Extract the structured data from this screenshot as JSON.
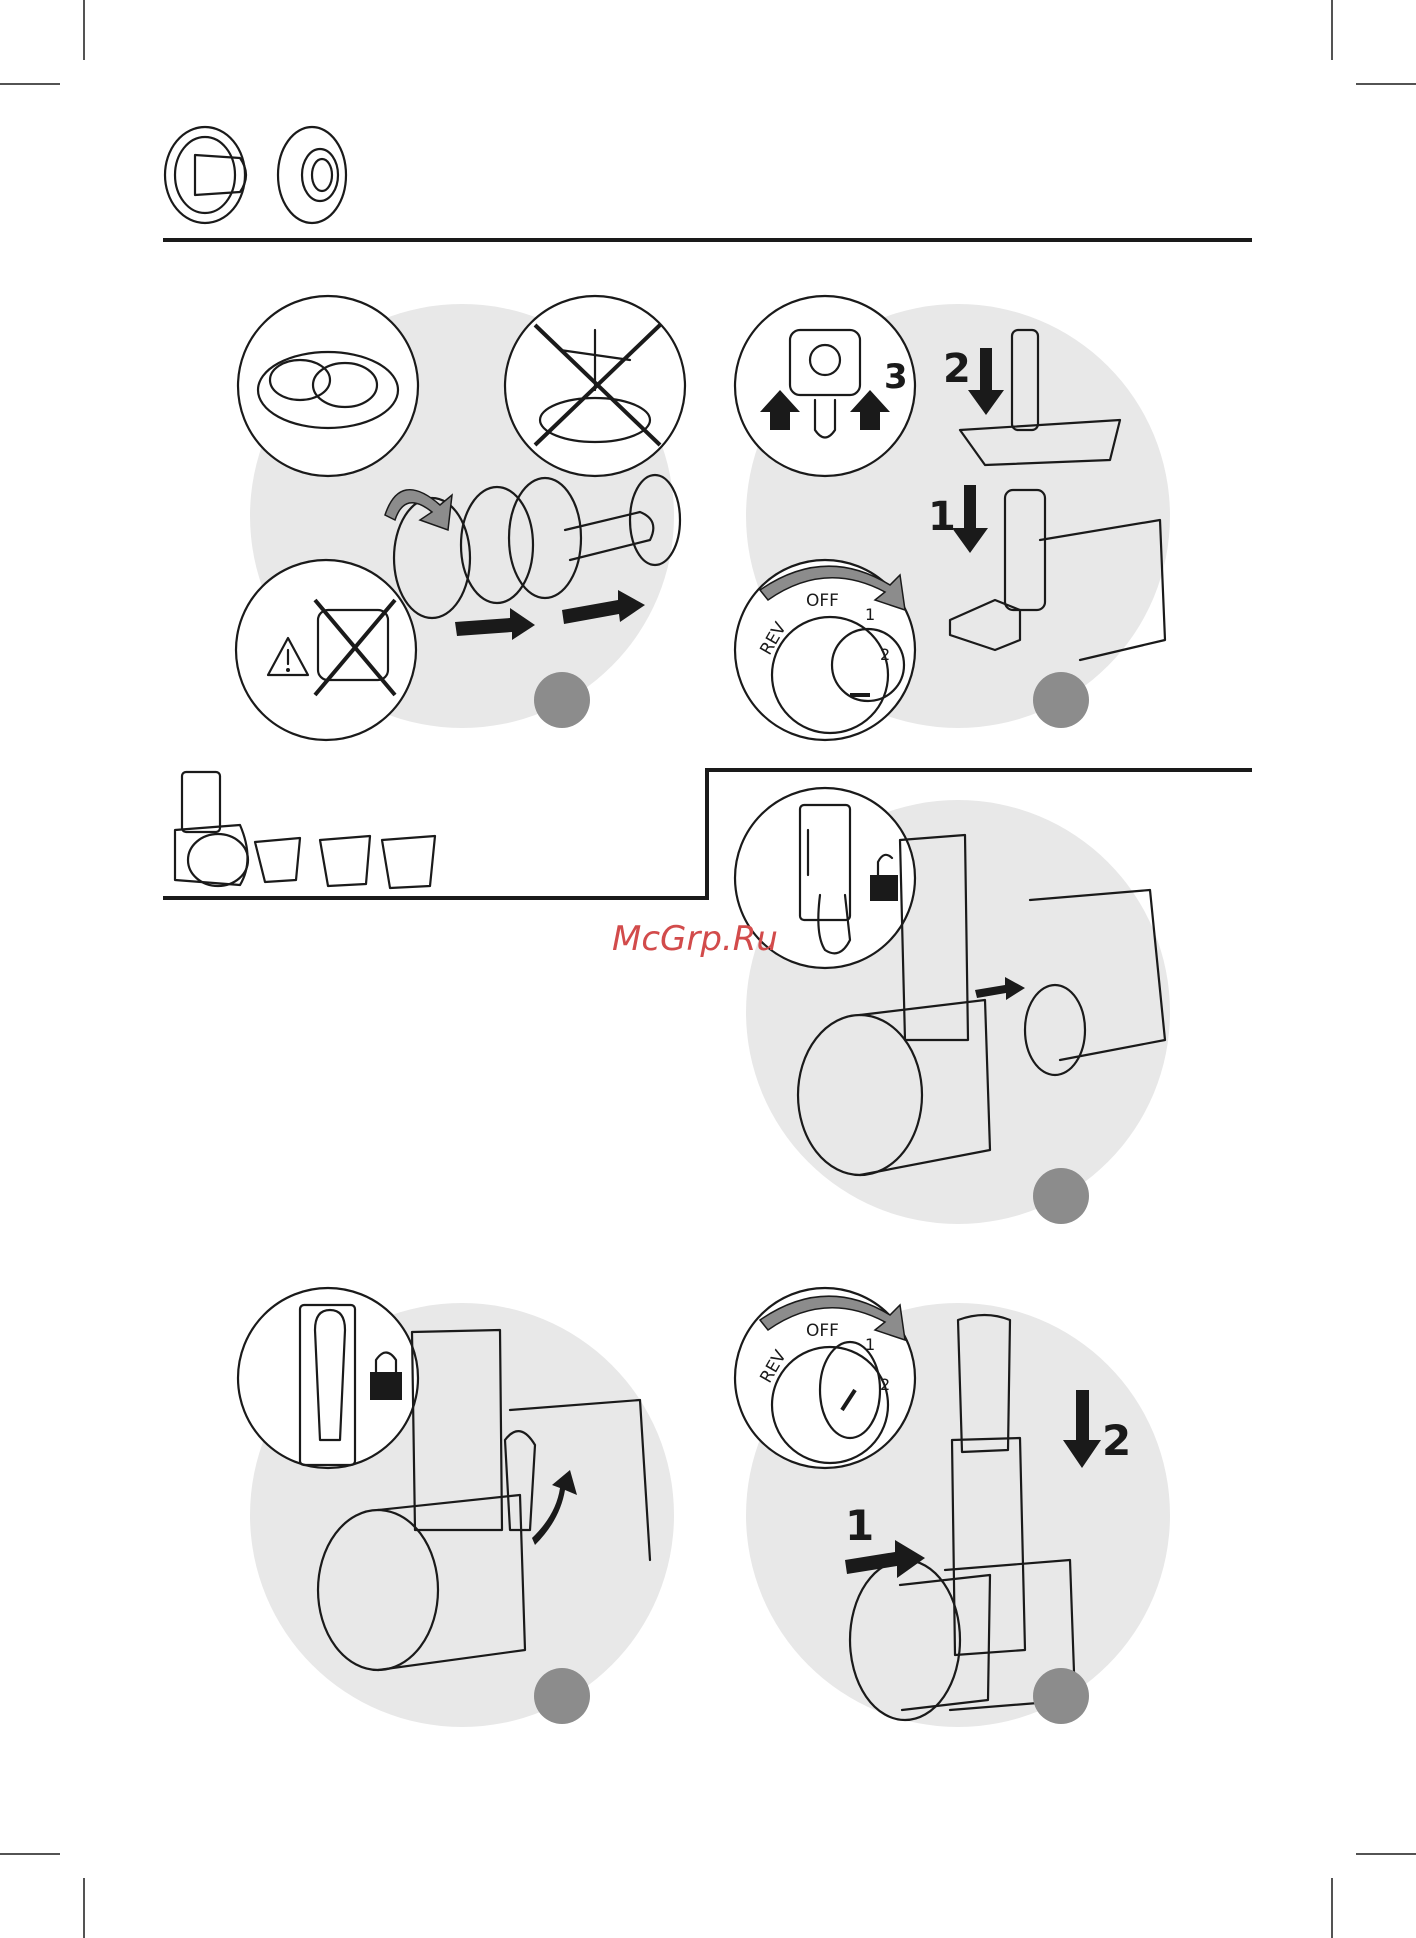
{
  "watermark": "McGrp.Ru",
  "panels": {
    "meat_grinder_assembly": {
      "arrow_label": ""
    },
    "start_grinder": {
      "step_labels": [
        "2",
        "1",
        "3"
      ],
      "dial": {
        "rev": "REV",
        "off": "OFF",
        "speed1": "1",
        "speed2": "2"
      }
    },
    "attach_slicer": {},
    "lock_slicer": {},
    "start_slicer": {
      "step_labels": [
        "1",
        "2"
      ],
      "dial": {
        "rev": "REV",
        "off": "OFF",
        "speed1": "1",
        "speed2": "2"
      }
    }
  },
  "icons": {
    "warning": "warning-triangle-icon",
    "lock_open": "unlocked-padlock-icon",
    "lock_closed": "locked-padlock-icon",
    "plug": "power-plug-icon"
  },
  "colors": {
    "background_circle": "#e8e8e8",
    "step_dot": "#8c8c8c",
    "line": "#1a1a1a",
    "watermark": "#d24b4b"
  }
}
